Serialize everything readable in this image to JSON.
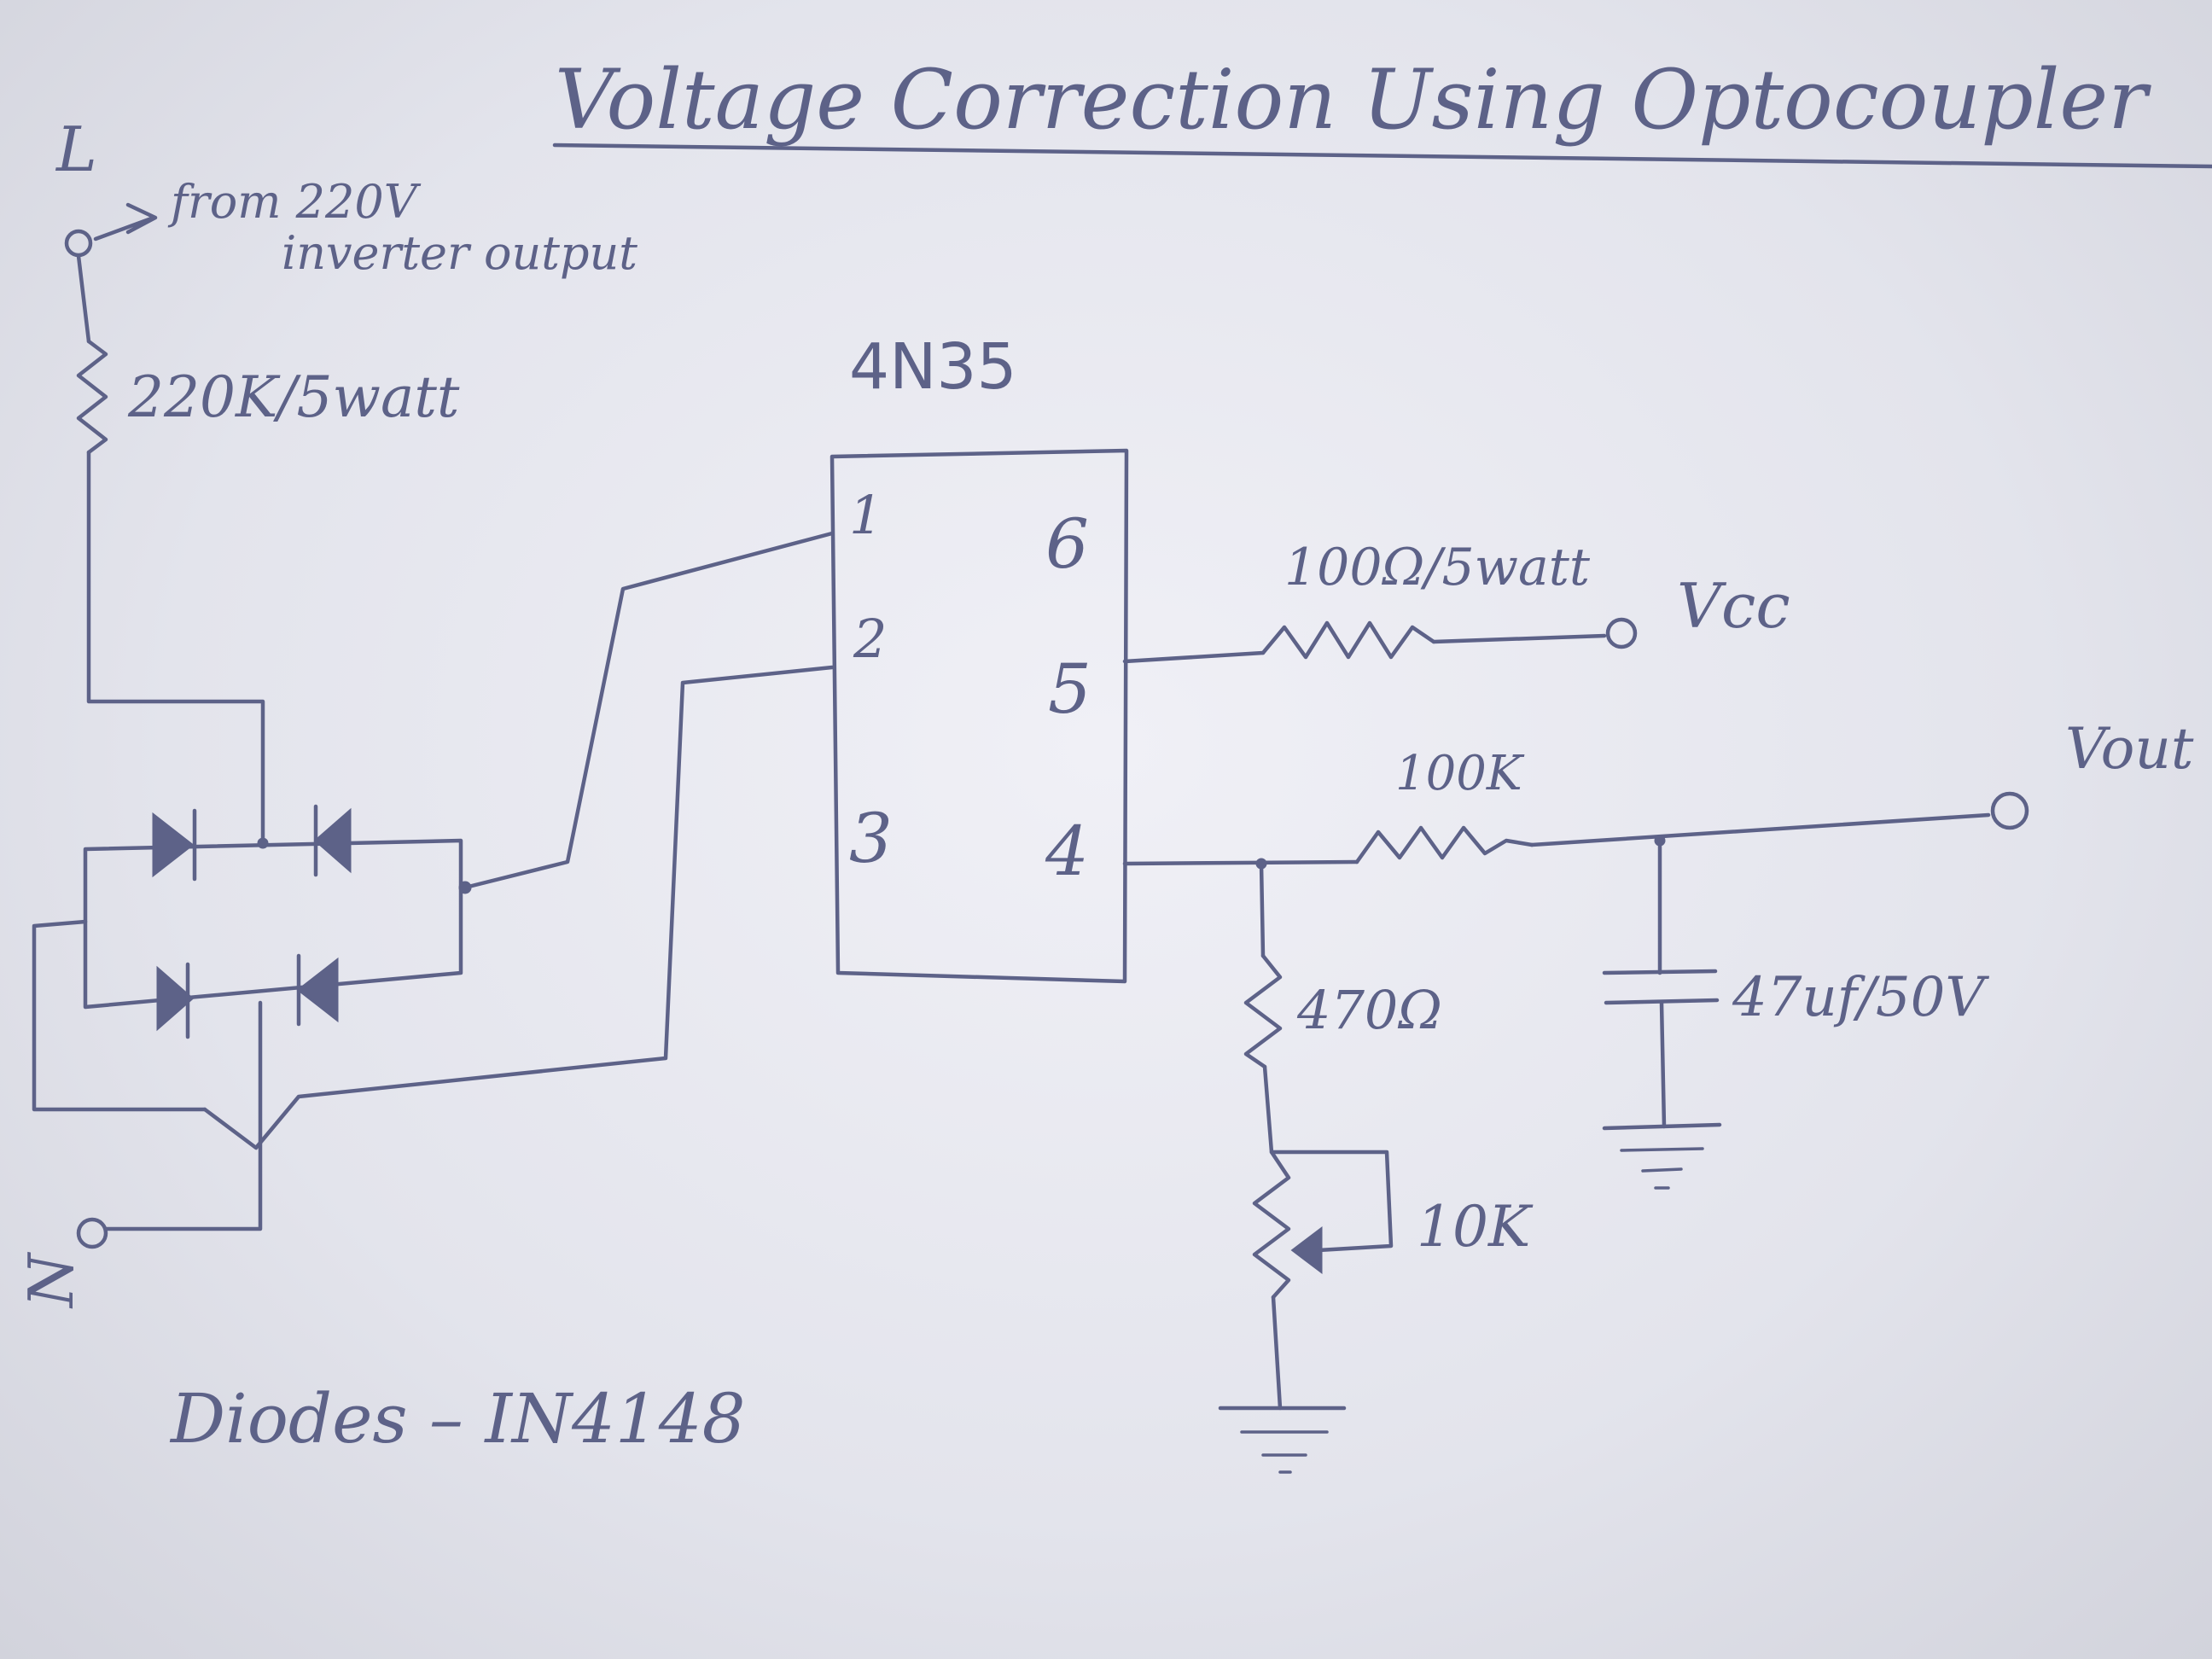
{
  "title": "Voltage Correction Using Optocoupler",
  "input": {
    "line_label": "L",
    "neutral_label": "N",
    "source_note_line1": "from 220V",
    "source_note_line2": "inverter output"
  },
  "resistor_input": {
    "label": "220K/5watt"
  },
  "optocoupler": {
    "part": "4N35",
    "pins": [
      "1",
      "2",
      "3",
      "4",
      "5",
      "6"
    ]
  },
  "resistor_vcc": {
    "label": "100Ω/5watt"
  },
  "vcc": {
    "label": "Vcc"
  },
  "resistor_out": {
    "label": "100K"
  },
  "vout": {
    "label": "Vout"
  },
  "resistor_emitter": {
    "label": "470Ω"
  },
  "potentiometer": {
    "label": "10K"
  },
  "capacitor": {
    "label": "47uf/50V"
  },
  "diode_note": {
    "label": "Diodes – IN4148"
  },
  "colors": {
    "ink": "#5d6288",
    "paper": "#e8e9f0"
  }
}
